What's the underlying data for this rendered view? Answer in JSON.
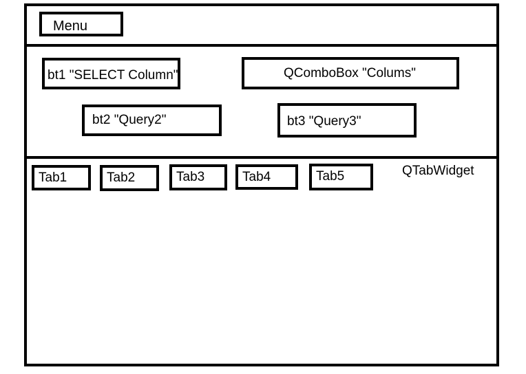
{
  "menu": {
    "label": "Menu"
  },
  "controls": {
    "bt1_label": "bt1 \"SELECT Column\"",
    "combo_label": "QComboBox \"Colums\"",
    "bt2_label": "bt2 \"Query2\"",
    "bt3_label": "bt3 \"Query3\""
  },
  "tabwidget": {
    "label": "QTabWidget",
    "tabs": [
      "Tab1",
      "Tab2",
      "Tab3",
      "Tab4",
      "Tab5"
    ]
  }
}
